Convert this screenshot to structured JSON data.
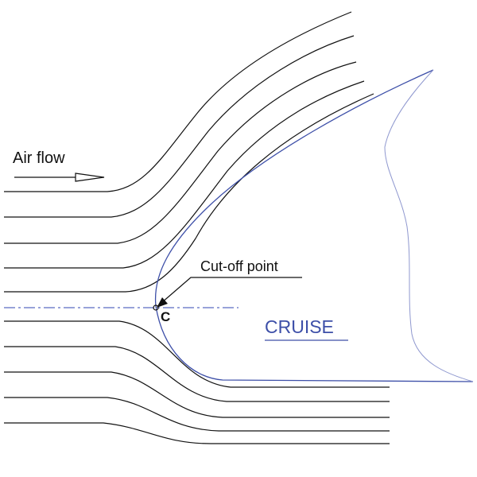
{
  "labels": {
    "air_flow": "Air flow",
    "cutoff_point": "Cut-off point",
    "point_c": "C",
    "cruise": "CRUISE"
  },
  "colors": {
    "streamline": "#111111",
    "body_outline": "#3d4fa8",
    "centerline": "#5a6bc2",
    "cruise_text": "#3d4fa8"
  }
}
